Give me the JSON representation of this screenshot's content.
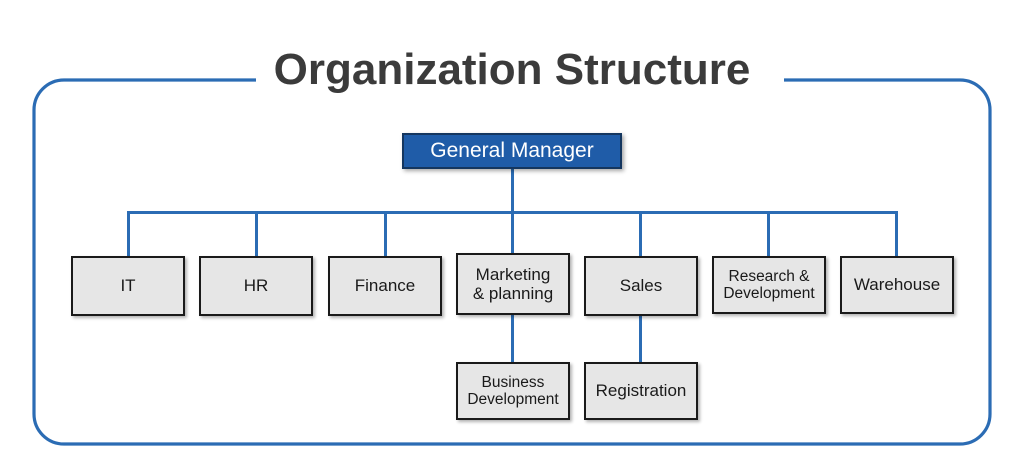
{
  "title": "Organization Structure",
  "colors": {
    "frame_border": "#2b6cb4",
    "connector": "#2b6cb4",
    "root_fill": "#1f5ca8",
    "root_border": "#14365f",
    "root_text": "#ffffff",
    "node_fill": "#e6e6e6",
    "node_border": "#1a1a1a",
    "node_text": "#1a1a1a",
    "title_text": "#3b3b3b",
    "background": "#ffffff"
  },
  "root": {
    "label": "General Manager"
  },
  "departments": [
    {
      "label": "IT"
    },
    {
      "label": "HR"
    },
    {
      "label": "Finance"
    },
    {
      "label": "Marketing\n& planning"
    },
    {
      "label": "Sales"
    },
    {
      "label": "Research &\nDevelopment"
    },
    {
      "label": "Warehouse"
    }
  ],
  "sub_departments": [
    {
      "label": "Business\nDevelopment",
      "parent": "Marketing & planning"
    },
    {
      "label": "Registration",
      "parent": "Sales"
    }
  ]
}
